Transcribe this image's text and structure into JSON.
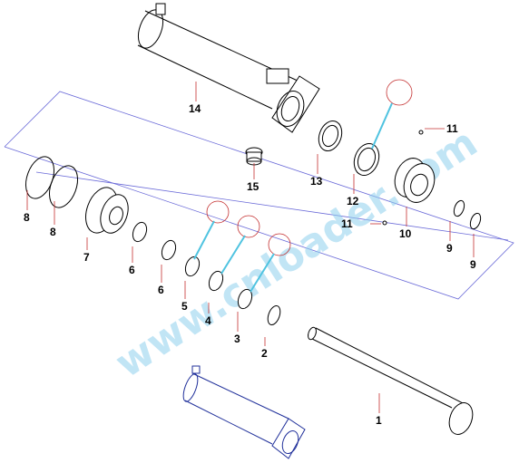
{
  "watermark": "www.cnloader.com",
  "labels": {
    "n1": "1",
    "n2": "2",
    "n3": "3",
    "n4": "4",
    "n5": "5",
    "n6a": "6",
    "n6b": "6",
    "n7": "7",
    "n8a": "8",
    "n8b": "8",
    "n9a": "9",
    "n9b": "9",
    "n10": "10",
    "n11a": "11",
    "n11b": "11",
    "n12": "12",
    "n13": "13",
    "n14": "14",
    "n15": "15"
  },
  "colors": {
    "axis": "#6a6ad8",
    "leader": "#c43030",
    "watermark": "#8fd0ee",
    "seal": "#4fc3e0"
  }
}
